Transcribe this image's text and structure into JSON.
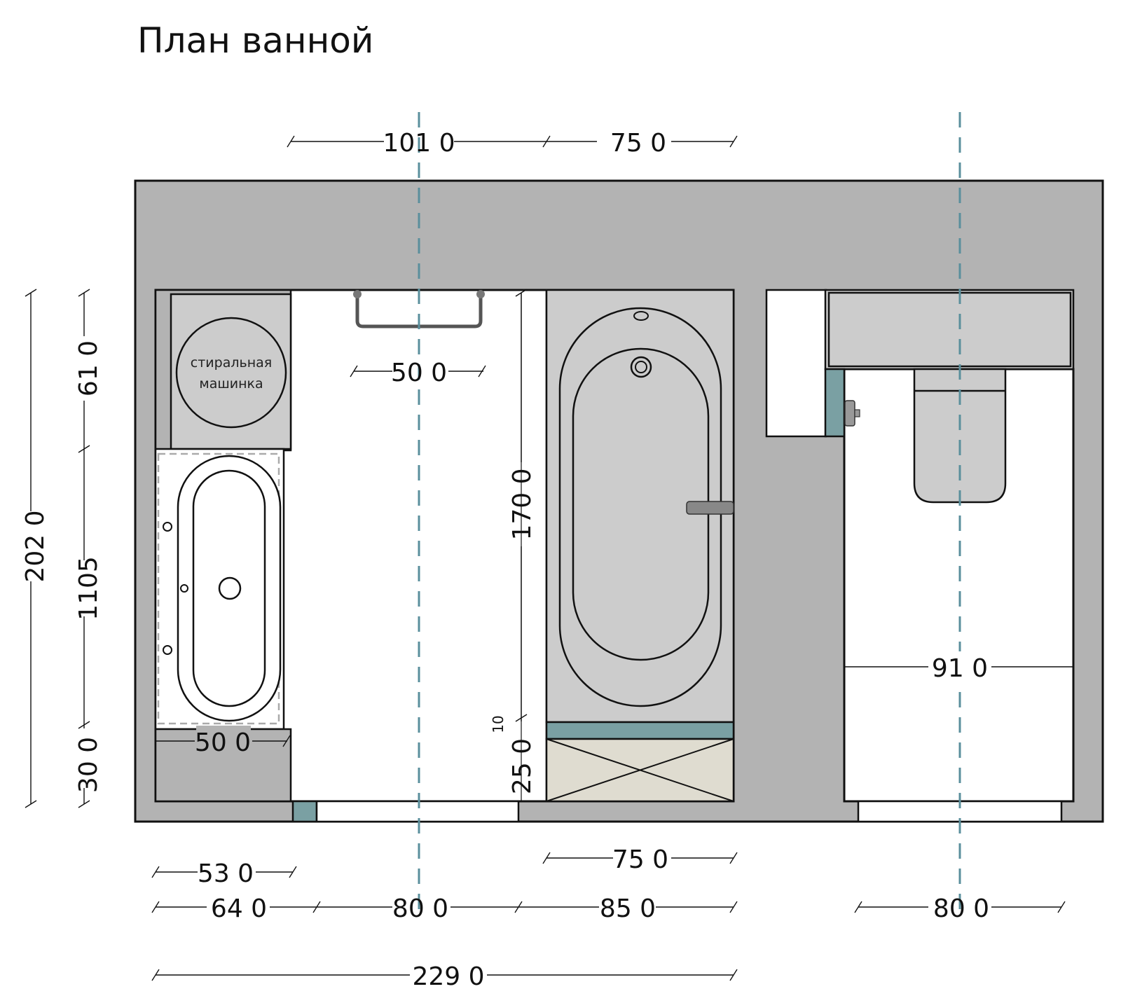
{
  "title": "План ванной",
  "washing_machine_label": [
    "стиральная",
    "машинка"
  ],
  "dimensions": {
    "top_left": "101 0",
    "top_right": "75 0",
    "towel_width": "50 0",
    "height_170": "170 0",
    "small_vertical": "10",
    "gap_25": "25 0",
    "sink_width": "50 0",
    "toilet_room_width": "91 0",
    "bottom_75": "75 0",
    "bottom_53": "53 0",
    "bottom_64": "64 0",
    "bottom_80": "80 0",
    "bottom_85": "85 0",
    "bottom_80_right": "80 0",
    "total_229": "229 0",
    "left_202": "202 0",
    "left_61": "61 0",
    "left_1105": "1105",
    "left_30": "30 0"
  },
  "colors": {
    "wall": "#b3b3b3",
    "fixture": "#cccccc",
    "teal": "#7aa0a3",
    "floor_tile": "#dfdcd0",
    "axis": "#5a8f9c",
    "background": "#ffffff"
  }
}
